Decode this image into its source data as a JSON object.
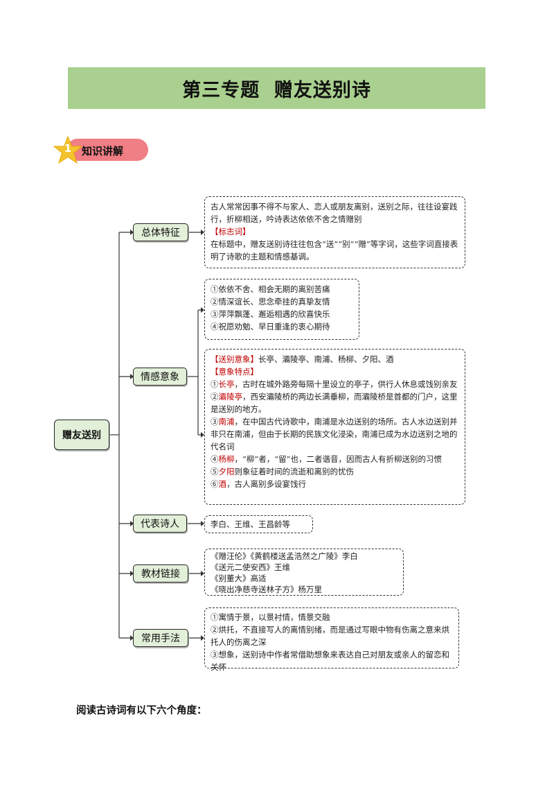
{
  "title": "第三专题  赠友送别诗",
  "section": {
    "number": "1",
    "label": "知识讲解"
  },
  "mindmap": {
    "root": "赠友送别",
    "branches": {
      "overview": {
        "label": "总体特征",
        "text1": "古人常常因事不得不与家人、恋人或朋友离别，送别之际，往往设宴践行，折柳相送，吟诗表达依依不舍之情赠别",
        "tag": "【标志词】",
        "text2": "在标题中，赠友送别诗往往包含“送”“别”“赠”等字词，这些字词直接表明了诗歌的主题和情感基调。"
      },
      "emotion": {
        "label": "情感意象",
        "feelings": [
          "①依依不舍、相会无期的离别苦痛",
          "②情深谊长、思念牵挂的真挚友情",
          "③萍萍飘蓬、邂逅相遇的欣喜快乐",
          "④祝愿劝勉、早日重逢的衷心期待"
        ],
        "imagery": {
          "tag1": "【送别意象】",
          "list": "长亭、灞陵亭、南浦、杨柳、夕阳、酒",
          "tag2": "【意象特点】",
          "items": [
            {
              "num": "①",
              "key": "长亭",
              "text": "，古时在城外路旁每隔十里设立的亭子，供行人休息或饯别亲友"
            },
            {
              "num": "②",
              "key": "灞陵亭",
              "text": "，西安灞陵桥的两边长满垂柳，而灞陵桥是首都的门户，这里是送别的地方。"
            },
            {
              "num": "③",
              "key": "南浦",
              "text": "，在中国古代诗歌中，南浦是水边送别的场所。古人水边送别并非只在南浦，但由于长期的民族文化浸染，南浦已成为水边送别之地的代名词"
            },
            {
              "num": "④",
              "key": "杨柳",
              "text": "，“柳”者，“留”也，二者谐音，因而古人有折柳送别的习惯"
            },
            {
              "num": "⑤",
              "key": "夕阳",
              "text": "则象征着时间的流逝和离别的忧伤"
            },
            {
              "num": "⑥",
              "key": "酒",
              "text": "，古人离别多设宴饯行"
            }
          ]
        }
      },
      "poets": {
        "label": "代表诗人",
        "text": "李白、王维、王昌龄等"
      },
      "textbook": {
        "label": "教材链接",
        "lines": [
          "《赠汪伦》《黄鹤楼送孟浩然之广陵》李白",
          "《送元二使安西》王维",
          "《别董大》高适",
          "《晓出净慈寺送林子方》杨万里"
        ]
      },
      "techniques": {
        "label": "常用手法",
        "lines": [
          "①寓情于景，以景衬情，情景交融",
          "②烘托，不直接写人的离情别绪，而是通过写眼中物有伤离之意来烘托人的伤离之深",
          "③想象，送别诗中作者常借助想象来表达自己对朋友或亲人的留恋和关怀"
        ]
      }
    }
  },
  "footer": "阅读古诗词有以下六个角度：",
  "colors": {
    "banner": "#a9d08e",
    "node": "#e2efd9",
    "badge": "#f07e85",
    "star": "#f4c430",
    "highlight": "#c00000"
  }
}
